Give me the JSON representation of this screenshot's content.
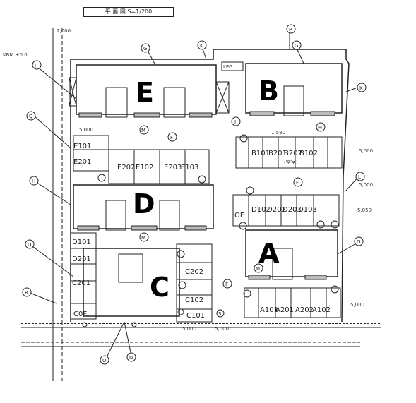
{
  "title": "平 面 図   S=1/200",
  "buildings": [
    "E",
    "B",
    "D",
    "A",
    "C"
  ],
  "facility_label": "LPG",
  "ref_labels": {
    "kbm": "KBM ±0.0",
    "p": "P",
    "g": "G",
    "k": "K",
    "j": "J",
    "q": "Q",
    "h": "H",
    "m": "M",
    "f": "F",
    "l": "L",
    "n": "N",
    "o": "O",
    "r": "R",
    "s": "S",
    "i": "I"
  },
  "dims": {
    "top_left": "2,000",
    "e_width": "5,000",
    "b_width": "1,580",
    "right_1": "5,000",
    "right_2": "5,000",
    "right_3": "5,050",
    "right_4": "5,000",
    "bottom_1": "5,000",
    "bottom_2": "5,000"
  },
  "units": {
    "e101": "E101",
    "e201": "E201",
    "e202": "E202",
    "e102": "E102",
    "e203": "E203",
    "e103": "E103",
    "b101": "B101",
    "b201": "B201",
    "b202": "B202",
    "b202_note": "(空室)",
    "b102": "B102",
    "d101": "D101",
    "d201": "D201",
    "d102": "D102",
    "d202": "D202",
    "d203": "D203",
    "d103": "D103",
    "of": "OF",
    "c201": "C201",
    "c202": "C202",
    "c102": "C102",
    "c101": "C101",
    "c0f": "C0F",
    "a101": "A101",
    "a201": "A201",
    "a202": "A202",
    "a102": "A102"
  }
}
